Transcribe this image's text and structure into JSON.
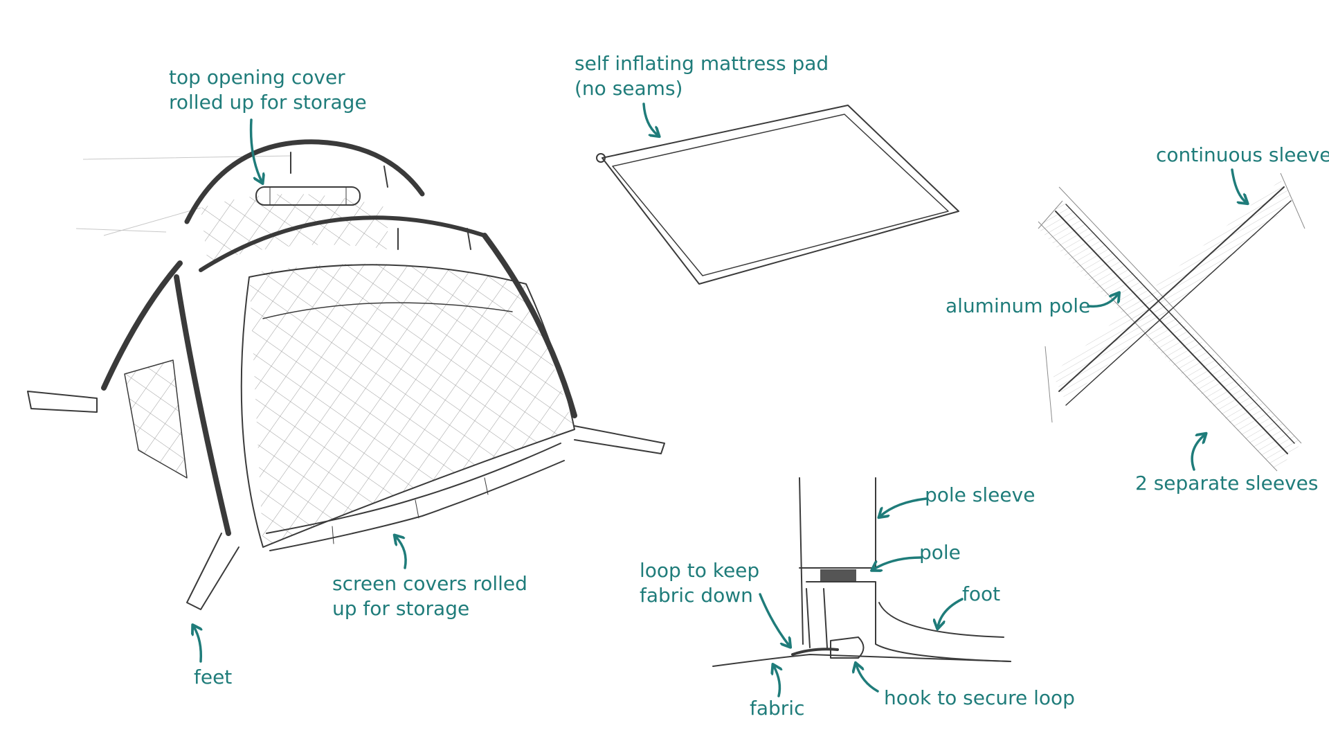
{
  "labels": {
    "top_cover": [
      "top opening cover",
      "rolled up for storage"
    ],
    "mattress": [
      "self inflating mattress pad",
      "(no seams)"
    ],
    "continuous_sleeve": "continuous sleeve",
    "aluminum_pole": "aluminum pole",
    "separate_sleeves": "2 separate sleeves",
    "screen_covers": [
      "screen covers rolled",
      "up for storage"
    ],
    "feet": "feet",
    "pole_sleeve": "pole sleeve",
    "pole": "pole",
    "loop": [
      "loop to keep",
      "fabric down"
    ],
    "foot": "foot",
    "fabric": "fabric",
    "hook": "hook to secure loop"
  },
  "colors": {
    "annotation": "#1f7c7a",
    "pencil": "#3a3a3a",
    "paper": "#ffffff"
  }
}
